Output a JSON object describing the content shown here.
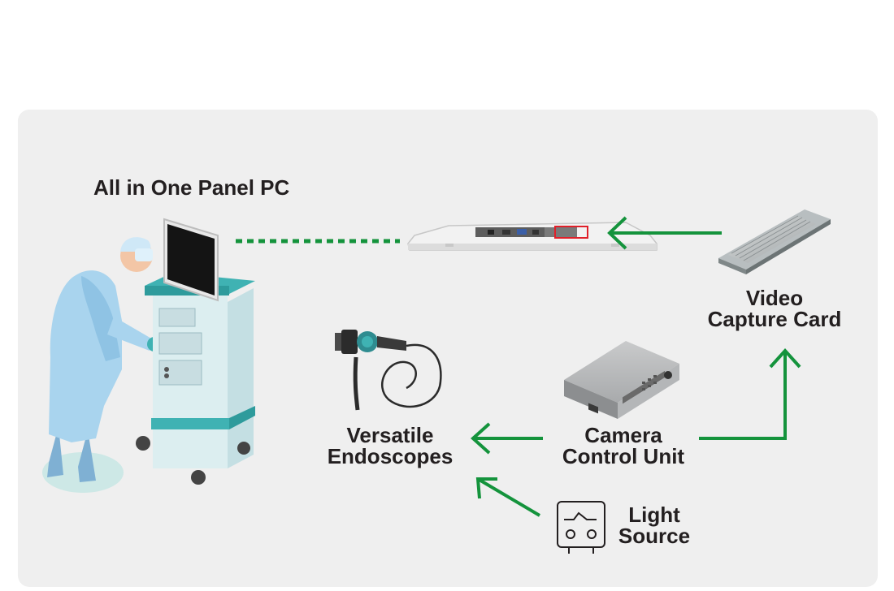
{
  "labels": {
    "panel_pc": "All in One Panel PC",
    "capture_line1": "Video",
    "capture_line2": "Capture Card",
    "endoscope_line1": "Versatile",
    "endoscope_line2": "Endoscopes",
    "ccu_line1": "Camera",
    "ccu_line2": "Control Unit",
    "light_line1": "Light",
    "light_line2": "Source"
  },
  "colors": {
    "panel_bg": "#efefef",
    "arrow_green": "#14933c",
    "dotted_green": "#14933c",
    "text": "#231f20",
    "cart_teal": "#3fb2b3",
    "gown_blue": "#a9d4ee",
    "highlight_red": "#e0202a"
  },
  "icons": [
    "doctor-icon",
    "medical-cart-icon",
    "monitor-icon",
    "panel-pc-icon",
    "capture-card-icon",
    "endoscope-icon",
    "ccu-icon",
    "light-source-icon"
  ]
}
